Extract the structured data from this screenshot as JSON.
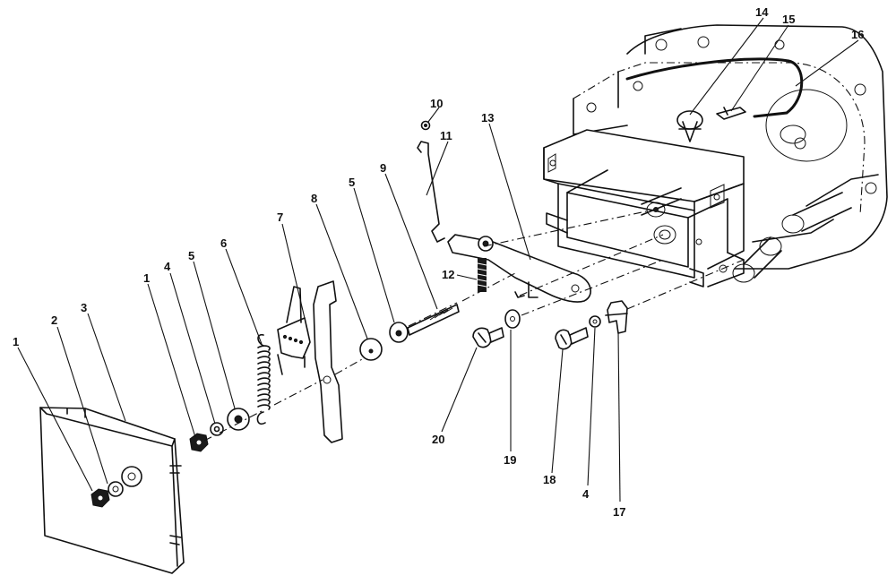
{
  "callouts": [
    {
      "id": "c1a",
      "label": "1"
    },
    {
      "id": "c2",
      "label": "2"
    },
    {
      "id": "c3",
      "label": "3"
    },
    {
      "id": "c1b",
      "label": "1"
    },
    {
      "id": "c4a",
      "label": "4"
    },
    {
      "id": "c5a",
      "label": "5"
    },
    {
      "id": "c6",
      "label": "6"
    },
    {
      "id": "c7",
      "label": "7"
    },
    {
      "id": "c8",
      "label": "8"
    },
    {
      "id": "c5b",
      "label": "5"
    },
    {
      "id": "c9",
      "label": "9"
    },
    {
      "id": "c10",
      "label": "10"
    },
    {
      "id": "c11",
      "label": "11"
    },
    {
      "id": "c12",
      "label": "12"
    },
    {
      "id": "c13",
      "label": "13"
    },
    {
      "id": "c14",
      "label": "14"
    },
    {
      "id": "c15",
      "label": "15"
    },
    {
      "id": "c16",
      "label": "16"
    },
    {
      "id": "c17",
      "label": "17"
    },
    {
      "id": "c4b",
      "label": "4"
    },
    {
      "id": "c18",
      "label": "18"
    },
    {
      "id": "c19",
      "label": "19"
    },
    {
      "id": "c20",
      "label": "20"
    }
  ]
}
